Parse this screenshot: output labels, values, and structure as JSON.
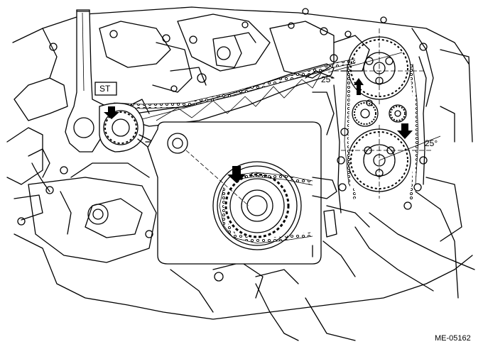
{
  "figure": {
    "tool_label": "ST",
    "angle_left_label": "25°",
    "angle_right_label": "25°",
    "figure_code": "ME-05162"
  }
}
